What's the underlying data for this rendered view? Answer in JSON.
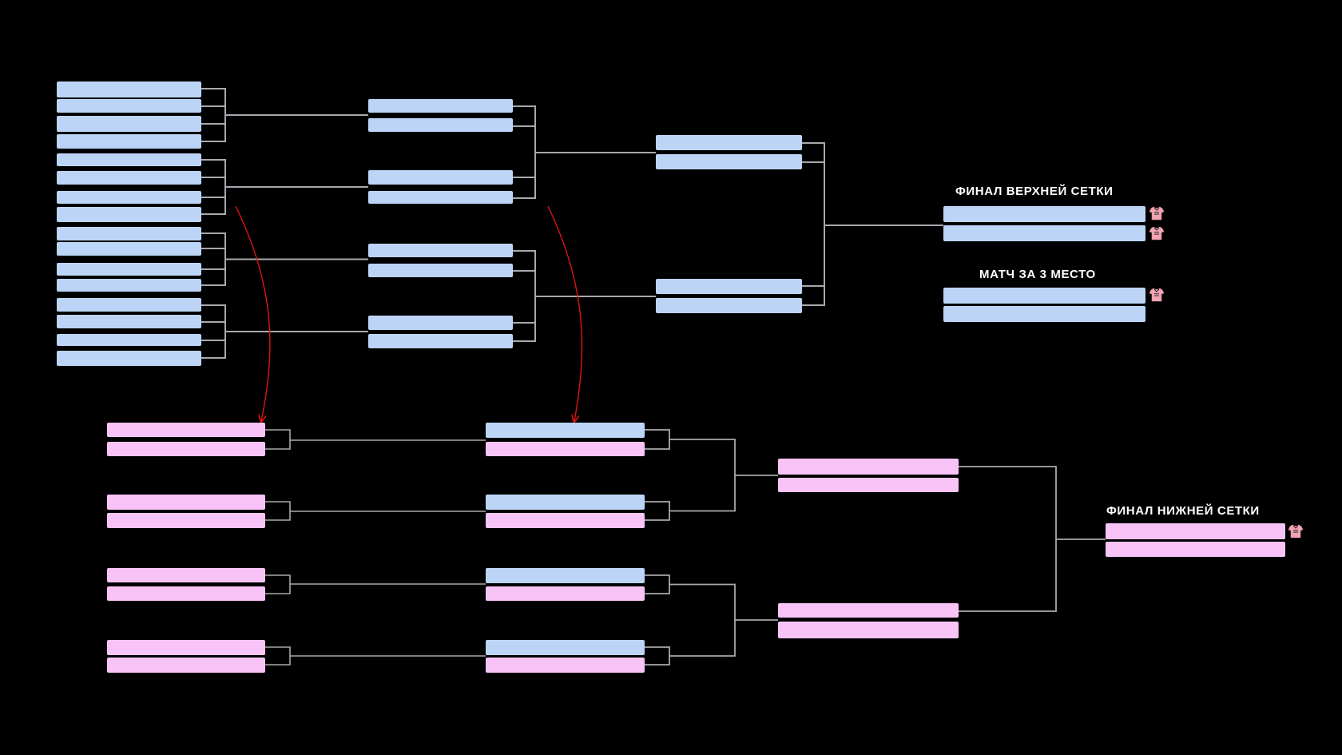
{
  "colors": {
    "background": "#000000",
    "upper_slot": "#bcd5f6",
    "lower_slot": "#f8c4f8",
    "connector": "#a8a8b0",
    "arrow": "#e01414",
    "jersey": "#f4a4b4"
  },
  "labels": {
    "upper_final": "ФИНАЛ ВЕРХНЕЙ СЕТКИ",
    "third_place": "МАТЧ ЗА 3 МЕСТО",
    "lower_final": "ФИНАЛ НИЖНЕЙ СЕТКИ"
  },
  "icons": {
    "trophy": "jersey-icon"
  }
}
